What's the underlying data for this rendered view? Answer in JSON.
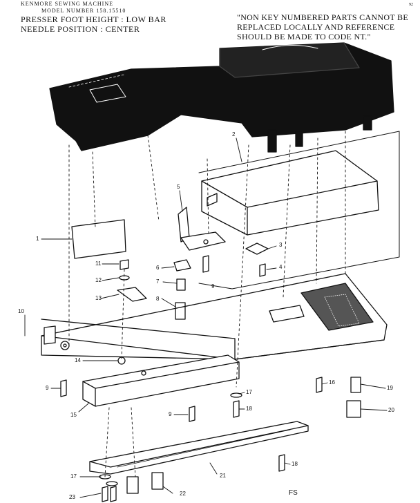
{
  "header": {
    "line1": "KENMORE SEWING MACHINE",
    "line2": "MODEL NUMBER 158.15510",
    "line3": "PRESSER FOOT HEIGHT : LOW BAR",
    "line4": "NEEDLE POSITION : CENTER"
  },
  "note": "\"NON KEY NUMBERED PARTS CANNOT BE REPLACED LOCALLY AND REFERENCE SHOULD BE MADE TO CODE NT.\"",
  "corner_mark": "92",
  "code": "FS",
  "callouts": {
    "c1": "1",
    "c2": "2",
    "c3": "3",
    "c4": "4",
    "c5": "5",
    "c6": "6",
    "c7": "7",
    "c8": "8",
    "c9a": "9",
    "c9b": "9",
    "c9c": "9",
    "c10": "10",
    "c11": "11",
    "c12": "12",
    "c13": "13",
    "c14": "14",
    "c15": "15",
    "c16": "16",
    "c17a": "17",
    "c17b": "17",
    "c18a": "18",
    "c18b": "18",
    "c19": "19",
    "c20": "20",
    "c21": "21",
    "c22": "22",
    "c23": "23"
  }
}
